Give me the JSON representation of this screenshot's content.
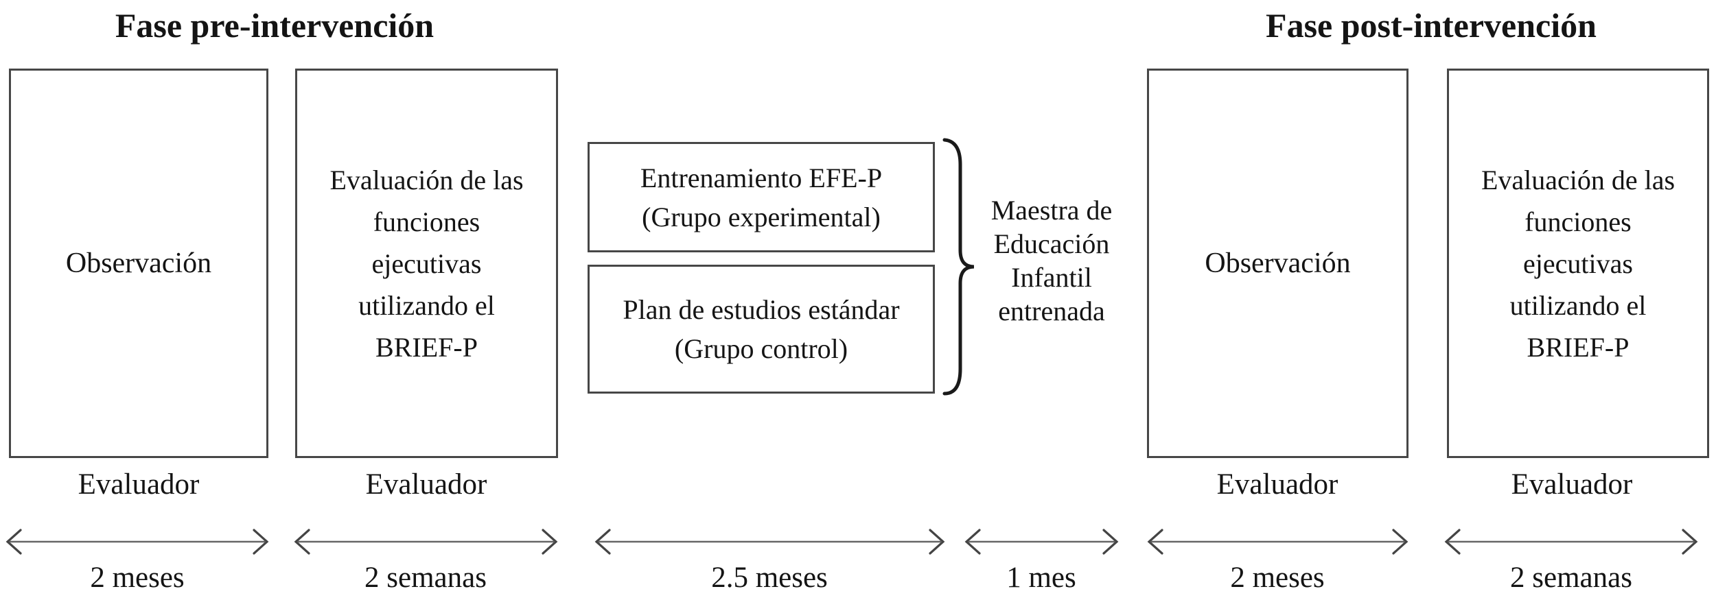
{
  "diagram": {
    "titles": {
      "pre": "Fase pre-intervención",
      "post": "Fase post-intervención"
    },
    "boxes": {
      "observation_pre": "Observación",
      "evaluation_pre": "Evaluación de las\nfunciones\nejecutivas\nutilizando el\nBRIEF-P",
      "experimental": "Entrenamiento EFE-P\n(Grupo experimental)",
      "control": "Plan de estudios estándar\n(Grupo control)",
      "observation_post": "Observación",
      "evaluation_post": "Evaluación de las\nfunciones\nejecutivas\nutilizando el\nBRIEF-P"
    },
    "brace_label": "Maestra de\nEducación\nInfantil\nentrenada",
    "evaluators": [
      "Evaluador",
      "Evaluador",
      "Evaluador",
      "Evaluador"
    ],
    "durations": [
      "2 meses",
      "2 semanas",
      "2.5 meses",
      "1 mes",
      "2 meses",
      "2 semanas"
    ],
    "colors": {
      "text": "#141414",
      "box_border": "#474747",
      "arrow": "#4c4c4c",
      "background": "#ffffff"
    }
  }
}
